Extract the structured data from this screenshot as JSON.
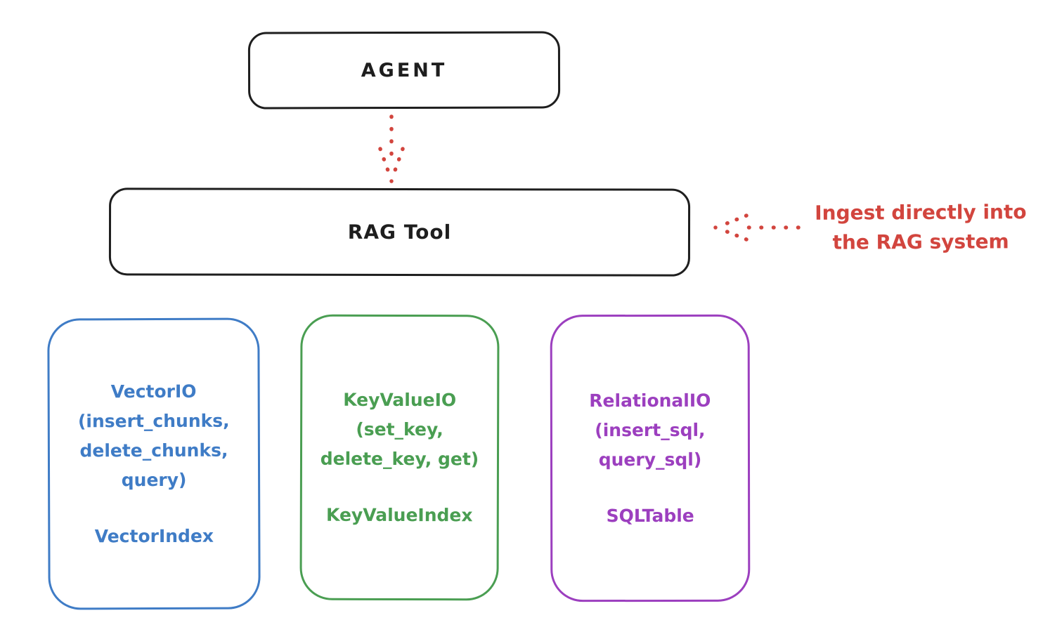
{
  "colors": {
    "stroke_black": "#1e1e1e",
    "accent_red": "#d2453e",
    "vector_blue": "#3f7cc6",
    "keyvalue_green": "#4a9e52",
    "relational_purple": "#9c3fbf",
    "background": "#ffffff"
  },
  "agent_box": {
    "label": "AGENT"
  },
  "rag_tool_box": {
    "label": "RAG Tool"
  },
  "ingest_note": {
    "line1": "Ingest directly into",
    "line2": "the RAG system"
  },
  "backend_boxes": [
    {
      "name": "vector-io",
      "color": "#3f7cc6",
      "lines": [
        "VectorIO",
        "(insert_chunks,",
        "delete_chunks,",
        "query)"
      ],
      "index": "VectorIndex"
    },
    {
      "name": "keyvalue-io",
      "color": "#4a9e52",
      "lines": [
        "KeyValueIO",
        "(set_key,",
        "delete_key, get)"
      ],
      "index": "KeyValueIndex"
    },
    {
      "name": "relational-io",
      "color": "#9c3fbf",
      "lines": [
        "RelationalIO",
        "(insert_sql,",
        "query_sql)"
      ],
      "index": "SQLTable"
    }
  ]
}
